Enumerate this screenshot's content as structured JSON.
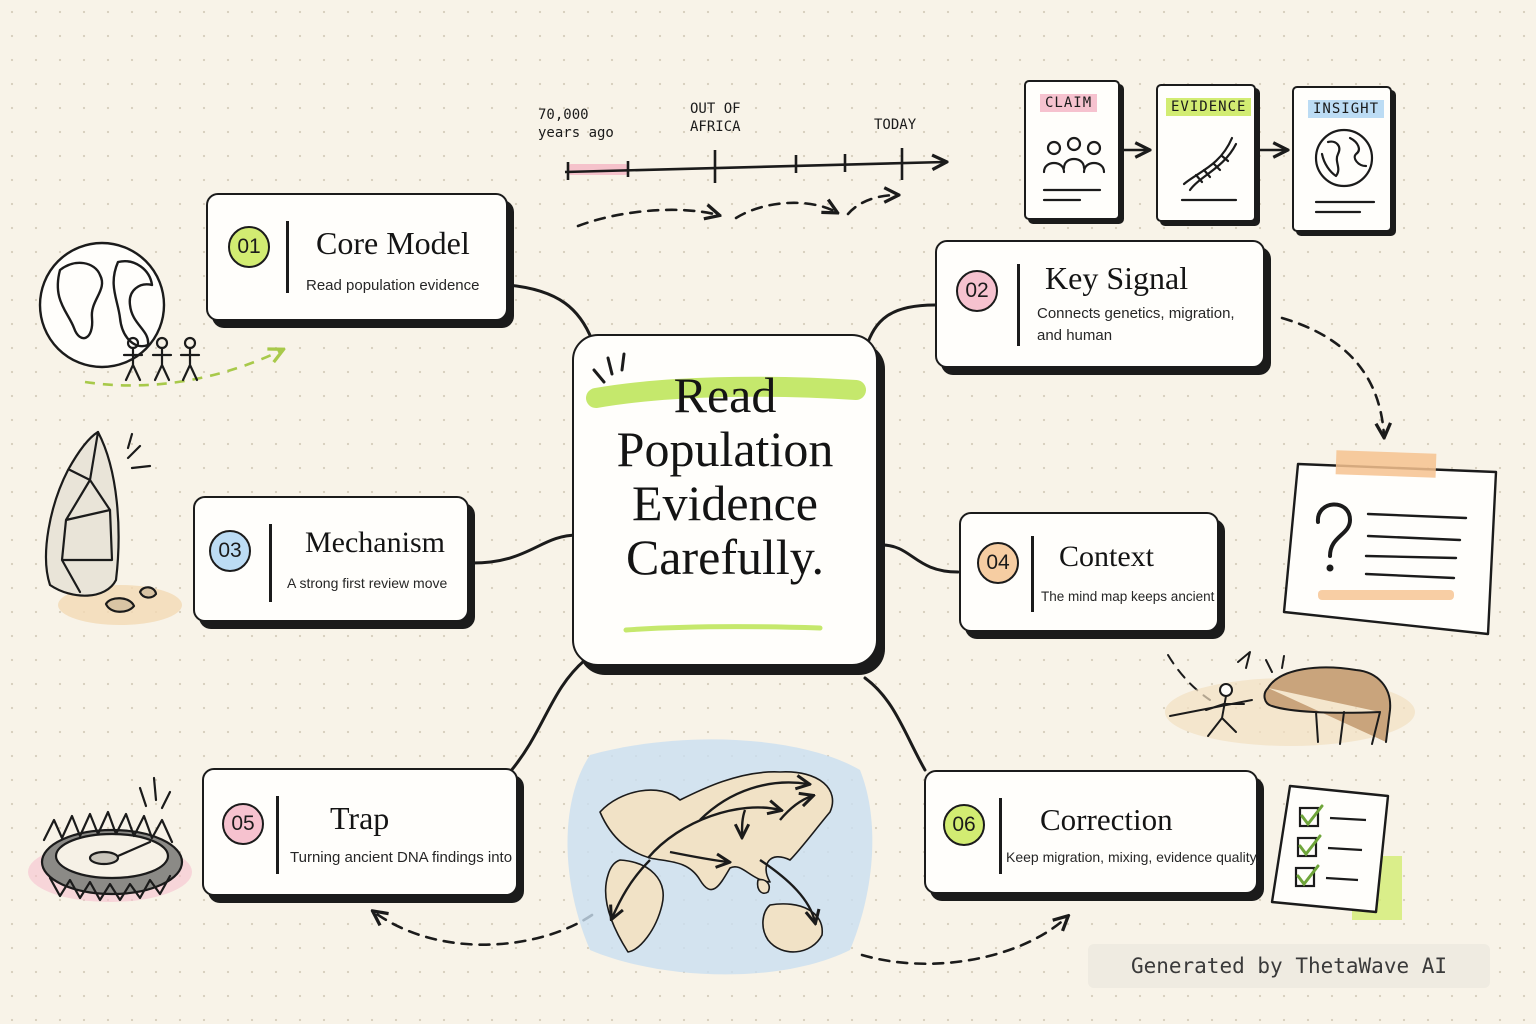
{
  "center": {
    "title_lines": [
      "Read",
      "Population",
      "Evidence",
      "Carefully."
    ],
    "accent_color": "#c5e86c"
  },
  "nodes": [
    {
      "num": "01",
      "title": "Core Model",
      "subtitle": [
        "Read population evidence"
      ],
      "badge_color": "#d2ec72"
    },
    {
      "num": "02",
      "title": "Key Signal",
      "subtitle": [
        "Connects genetics, migration,",
        "and human"
      ],
      "badge_color": "#f6c2cf"
    },
    {
      "num": "03",
      "title": "Mechanism",
      "subtitle": [
        "A strong first review move"
      ],
      "badge_color": "#bcdcf4"
    },
    {
      "num": "04",
      "title": "Context",
      "subtitle": [
        "The mind map keeps ancient"
      ],
      "badge_color": "#f6cda2"
    },
    {
      "num": "05",
      "title": "Trap",
      "subtitle": [
        "Turning ancient DNA findings into"
      ],
      "badge_color": "#f6c2cf"
    },
    {
      "num": "06",
      "title": "Correction",
      "subtitle": [
        "Keep migration, mixing, evidence quality,"
      ],
      "badge_color": "#d2ec72"
    }
  ],
  "timeline": {
    "start_label": [
      "70,000",
      "years ago"
    ],
    "mid_label": [
      "OUT OF",
      "AFRICA"
    ],
    "end_label": [
      "TODAY"
    ]
  },
  "cards": [
    {
      "label": "CLAIM",
      "icon": "people-icon",
      "color": "#f6c2cf"
    },
    {
      "label": "EVIDENCE",
      "icon": "dna-icon",
      "color": "#d2ec72"
    },
    {
      "label": "INSIGHT",
      "icon": "globe-icon",
      "color": "#bcdcf4"
    }
  ],
  "watermark": "Generated by ThetaWave AI"
}
